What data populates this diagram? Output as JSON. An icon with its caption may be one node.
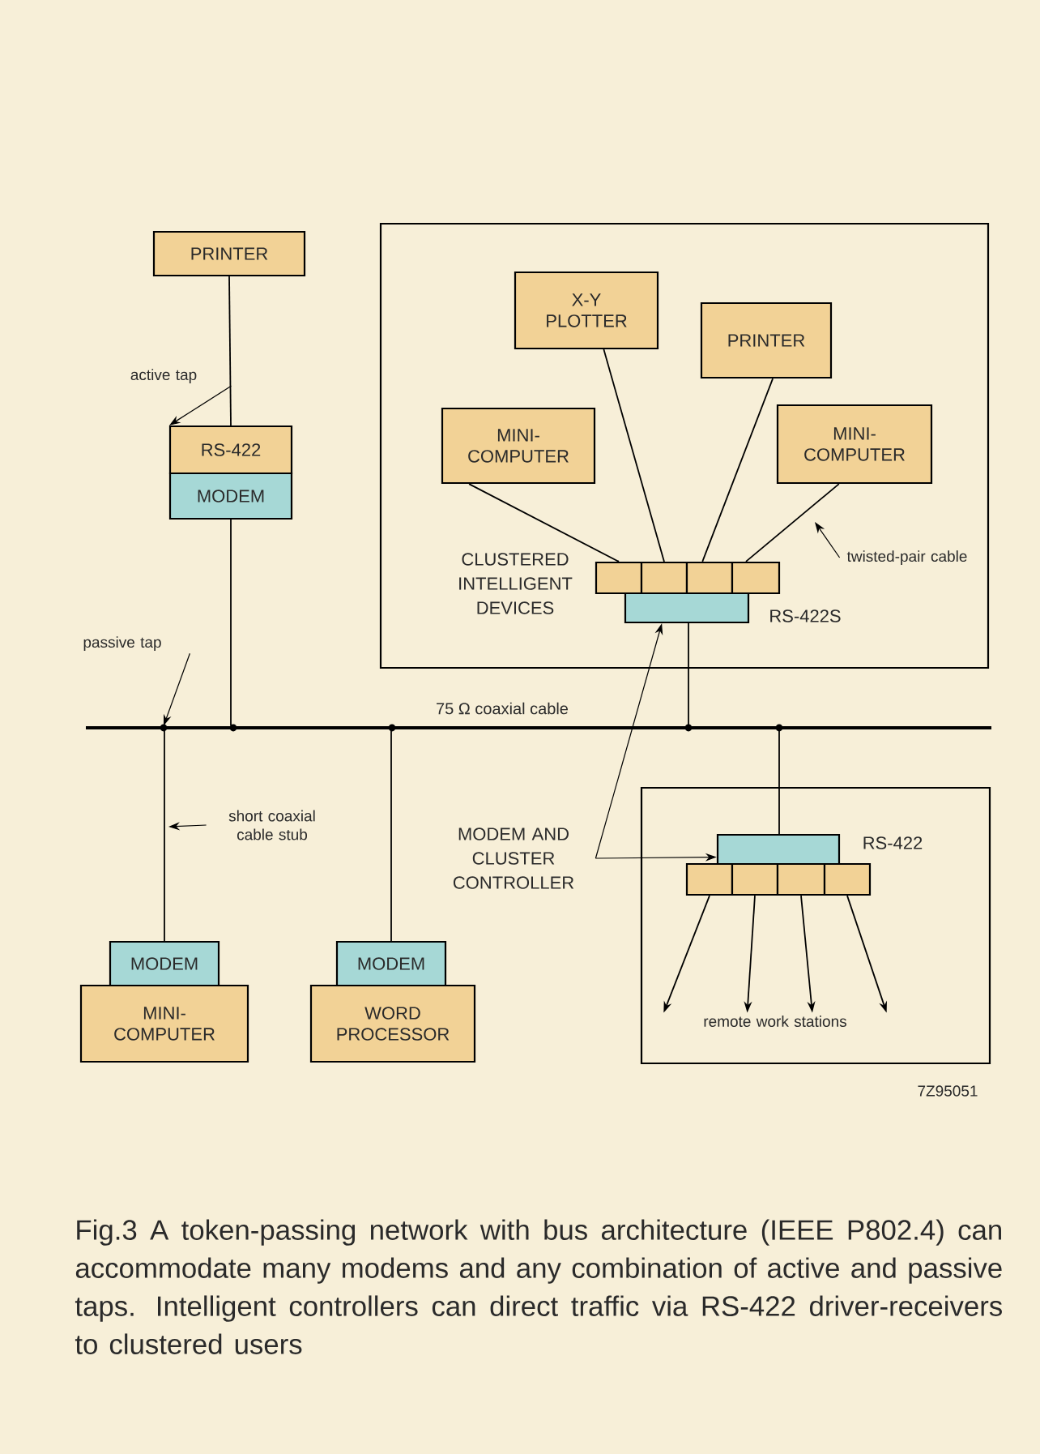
{
  "diagram": {
    "caption": "Fig.3  A token-passing network with bus architecture (IEEE P802.4) can accommodate many modems and any combination of active and passive taps. Intelligent controllers can direct traffic via RS-422 driver-receivers to clustered users",
    "nodes": [
      {
        "text": [
          "PRINTER"
        ]
      },
      {
        "text": [
          "RS-422"
        ]
      },
      {
        "text": [
          "MODEM"
        ]
      },
      {
        "text": [
          "CLUSTERED INTELLIGENT DEVICES"
        ]
      },
      {
        "text": [
          "X-Y PLOTTER"
        ],
        "in": 3
      },
      {
        "text": [
          "PRINTER"
        ],
        "in": 3
      },
      {
        "text": [
          "MINI- COMPUTER"
        ],
        "in": 3
      },
      {
        "text": [
          "MINI- COMPUTER"
        ],
        "in": 3
      },
      {
        "text": [],
        "shape": "box",
        "in": 3
      },
      {
        "text": [],
        "shape": "box",
        "in": 3
      },
      {
        "text": [],
        "shape": "box",
        "in": 3
      },
      {
        "text": [],
        "shape": "box",
        "in": 3
      },
      {
        "text": [],
        "shape": "box",
        "in": 3
      },
      {
        "text": [],
        "shape": "bar",
        "beside": [
          "75 Ω coaxial cable"
        ]
      },
      {
        "text": [
          "MODEM"
        ]
      },
      {
        "text": [
          "MINI- COMPUTER"
        ]
      },
      {
        "text": [
          "MODEM"
        ]
      },
      {
        "text": [
          "WORD PROCESSOR"
        ]
      },
      {
        "text": [],
        "shape": "box"
      },
      {
        "text": [],
        "shape": "box",
        "in": 18
      },
      {
        "text": [],
        "shape": "box",
        "in": 18
      },
      {
        "text": [],
        "shape": "box",
        "in": 18
      },
      {
        "text": [],
        "shape": "box",
        "in": 18
      },
      {
        "text": [],
        "shape": "box",
        "in": 18
      },
      {
        "text": [
          "remote work stations"
        ],
        "in": 18
      },
      {
        "text": [
          "MODEM AND CLUSTER CONTROLLER"
        ]
      },
      {
        "text": [
          "active tap"
        ]
      },
      {
        "text": [
          "passive tap"
        ]
      },
      {
        "text": [
          "short coaxial cable stub"
        ]
      },
      {
        "text": [
          "twisted-pair cable"
        ],
        "in": 3
      }
    ],
    "edges": [
      {
        "from": 0,
        "to": 1,
        "arrow": "none"
      },
      {
        "from": 2,
        "to": 13,
        "arrow": "none"
      },
      {
        "from": 6,
        "to": 8,
        "arrow": "none"
      },
      {
        "from": 4,
        "to": 9,
        "arrow": "none"
      },
      {
        "from": 5,
        "to": 10,
        "arrow": "none"
      },
      {
        "from": 7,
        "to": 11,
        "arrow": "none"
      },
      {
        "from": 12,
        "to": 13,
        "arrow": "none"
      },
      {
        "from": 14,
        "to": 13,
        "arrow": "none"
      },
      {
        "from": 16,
        "to": 13,
        "arrow": "none"
      },
      {
        "from": 19,
        "to": 13,
        "arrow": "none"
      },
      {
        "from": 20,
        "to": 24,
        "arrow": "to"
      },
      {
        "from": 21,
        "to": 24,
        "arrow": "to"
      },
      {
        "from": 22,
        "to": 24,
        "arrow": "to"
      },
      {
        "from": 23,
        "to": 24,
        "arrow": "to"
      },
      {
        "from": 25,
        "to": 12,
        "arrow": "to"
      },
      {
        "from": 25,
        "to": 19,
        "arrow": "to"
      },
      {
        "from": 26,
        "to": 1,
        "arrow": "to"
      },
      {
        "from": 27,
        "to": 13,
        "arrow": "to"
      },
      {
        "from": 28,
        "to": null,
        "arrow": "to"
      },
      {
        "from": 29,
        "to": null,
        "arrow": "to"
      }
    ],
    "labels": [
      "RS-422S",
      "RS-422",
      "7Z95051"
    ]
  }
}
